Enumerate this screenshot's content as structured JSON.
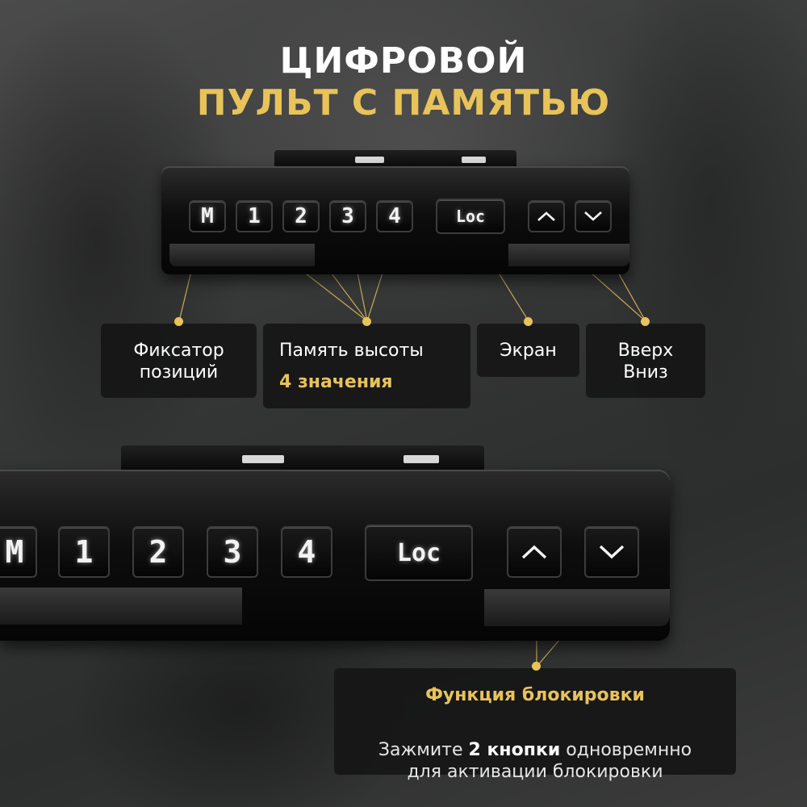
{
  "title": {
    "line1": "ЦИФРОВОЙ",
    "line2": "ПУЛЬТ С ПАМЯТЬЮ"
  },
  "colors": {
    "accent": "#e8c35a",
    "text": "#ffffff",
    "callout_bg": "#161616"
  },
  "keys": {
    "m": "M",
    "k1": "1",
    "k2": "2",
    "k3": "3",
    "k4": "4",
    "loc": "Loc",
    "up": "up-arrow-icon",
    "down": "down-arrow-icon"
  },
  "callouts": {
    "lock_position": "Фиксатор\nпозиций",
    "height_memory": "Память высоты",
    "height_memory_values": "4 значения",
    "screen": "Экран",
    "up_down": "Вверх\nВниз",
    "lock_function_title": "Функция блокировки",
    "lock_function_desc_pre": "Зажмите ",
    "lock_function_desc_bold": "2 кнопки",
    "lock_function_desc_post": " одновремнно",
    "lock_function_desc_line2": "для активации блокировки"
  }
}
